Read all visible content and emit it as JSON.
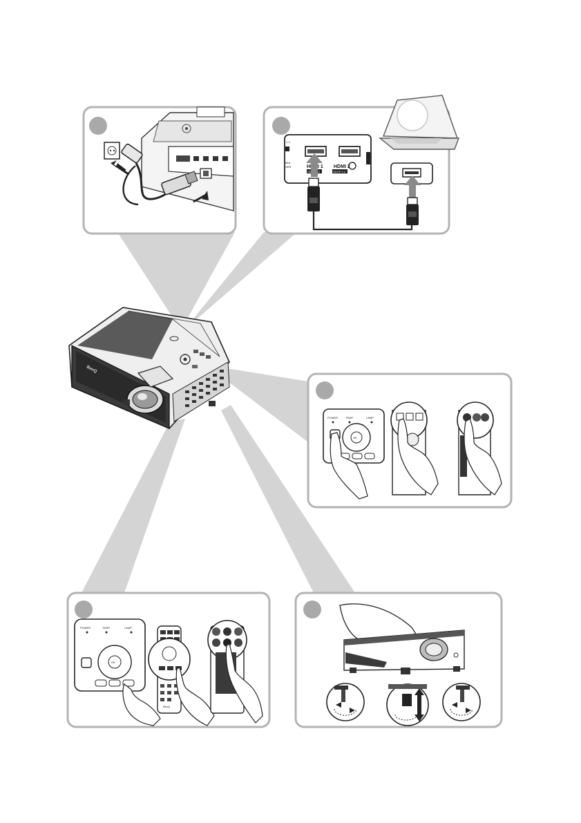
{
  "colors": {
    "beam": "#d4d4d4",
    "panel_border": "#b3b3b3",
    "step_badge": "#a9a9a9",
    "projector_body": "#e9e9e9",
    "projector_top": "#555555",
    "cable_black": "#222222",
    "arrow_gray": "#8a8a8a"
  },
  "panels": [
    {
      "id": "power-cord",
      "icon": "power-plug-icon"
    },
    {
      "id": "hdmi-connection",
      "icon": "hdmi-port-icon"
    },
    {
      "id": "power-on",
      "icon": "power-button-icon"
    },
    {
      "id": "source-select",
      "icon": "remote-control-icon"
    },
    {
      "id": "adjust-angle",
      "icon": "adjuster-foot-icon"
    }
  ],
  "labels": {
    "hdmi_port_1": "HDMI 1",
    "hdmi_port_2": "HDMI 2",
    "hdmi_badge": "HDCP 2.2",
    "port_partial_left": "MIA",
    "port_partial_left2": "HER",
    "port_partial_top": "1.3",
    "led_power": "POWER",
    "led_temp": "TEMP",
    "led_lamp": "LAMP",
    "ok_key": "OK",
    "brand": "BenQ"
  }
}
